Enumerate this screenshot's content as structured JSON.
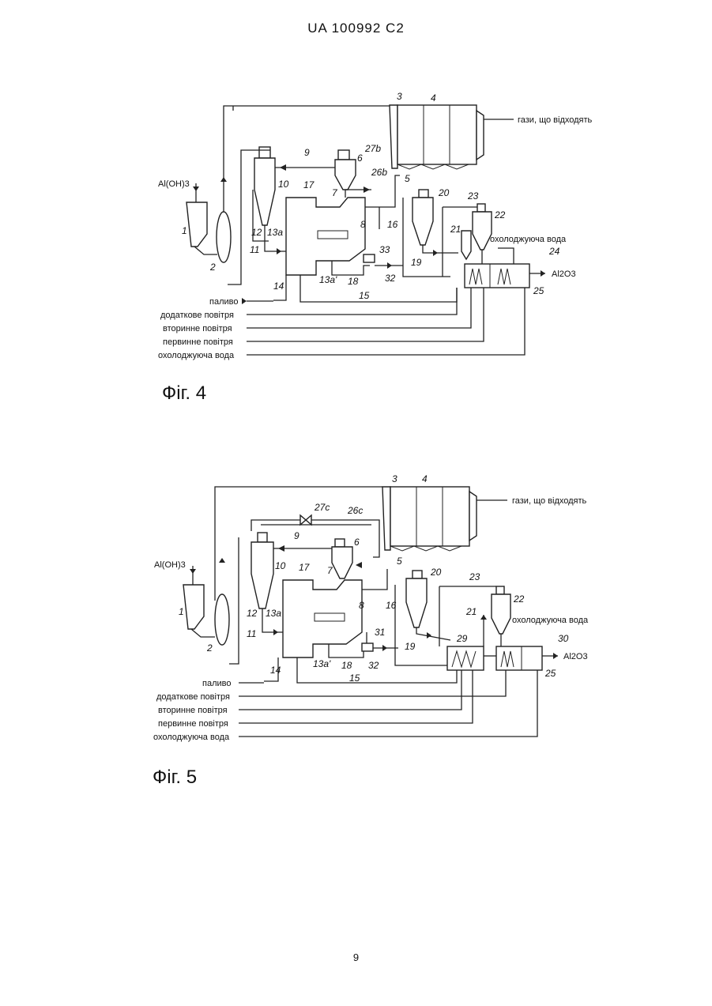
{
  "header": {
    "patent": "UA   100992   C2"
  },
  "page_number": "9",
  "fig4": {
    "caption": "Фіг. 4",
    "labels": {
      "exhaust": "гази, що відходять",
      "feed": "Al(OH)3",
      "product": "Al2O3",
      "cooling_water_top": "охолоджуюча вода",
      "fuel": "паливо",
      "additional_air": "додаткове повітря",
      "secondary_air": "вторинне повітря",
      "primary_air": "первинне повітря",
      "cooling_water": "охолоджуюча вода"
    },
    "numbers": [
      "1",
      "2",
      "3",
      "4",
      "5",
      "6",
      "7",
      "8",
      "9",
      "10",
      "11",
      "12",
      "13a",
      "13a'",
      "14",
      "15",
      "16",
      "17",
      "18",
      "19",
      "20",
      "21",
      "22",
      "23",
      "24",
      "25",
      "26b",
      "27b",
      "32",
      "33"
    ]
  },
  "fig5": {
    "caption": "Фіг. 5",
    "labels": {
      "exhaust": "гази, що відходять",
      "feed": "Al(OH)3",
      "product": "Al2O3",
      "cooling_water_top": "охолоджуюча вода",
      "fuel": "паливо",
      "additional_air": "додаткове повітря",
      "secondary_air": "вторинне повітря",
      "primary_air": "первинне повітря",
      "cooling_water": "охолоджуюча вода"
    },
    "numbers": [
      "1",
      "2",
      "3",
      "4",
      "5",
      "6",
      "7",
      "8",
      "9",
      "10",
      "11",
      "12",
      "13a",
      "13a'",
      "14",
      "15",
      "16",
      "17",
      "18",
      "19",
      "20",
      "21",
      "22",
      "23",
      "25",
      "26c",
      "27c",
      "29",
      "30",
      "31",
      "32"
    ]
  }
}
